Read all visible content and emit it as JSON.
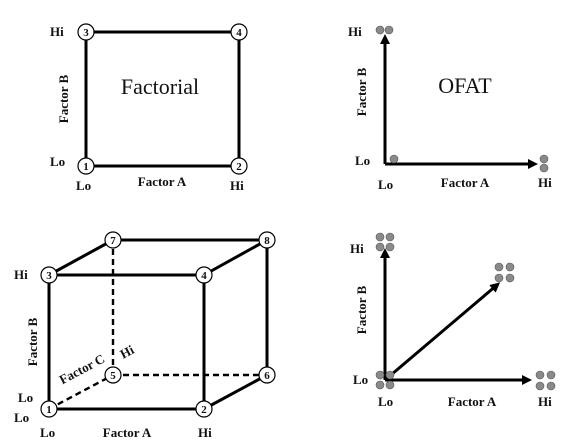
{
  "factorial": {
    "title": "Factorial",
    "x_label": "Factor A",
    "y_label": "Factor B",
    "lo": "Lo",
    "hi": "Hi",
    "nodes": [
      "1",
      "2",
      "3",
      "4"
    ]
  },
  "ofat": {
    "title": "OFAT",
    "x_label": "Factor A",
    "y_label": "Factor B",
    "lo": "Lo",
    "hi": "Hi"
  },
  "cube": {
    "x_label": "Factor A",
    "y_label": "Factor B",
    "z_label": "Factor C",
    "lo": "Lo",
    "hi": "Hi",
    "nodes": [
      "1",
      "2",
      "3",
      "4",
      "5",
      "6",
      "7",
      "8"
    ]
  },
  "ofat3": {
    "x_label": "Factor A",
    "y_label": "Factor B",
    "lo": "Lo",
    "hi": "Hi"
  },
  "colors": {
    "line": "#000000",
    "dot": "#8a8a8a"
  }
}
